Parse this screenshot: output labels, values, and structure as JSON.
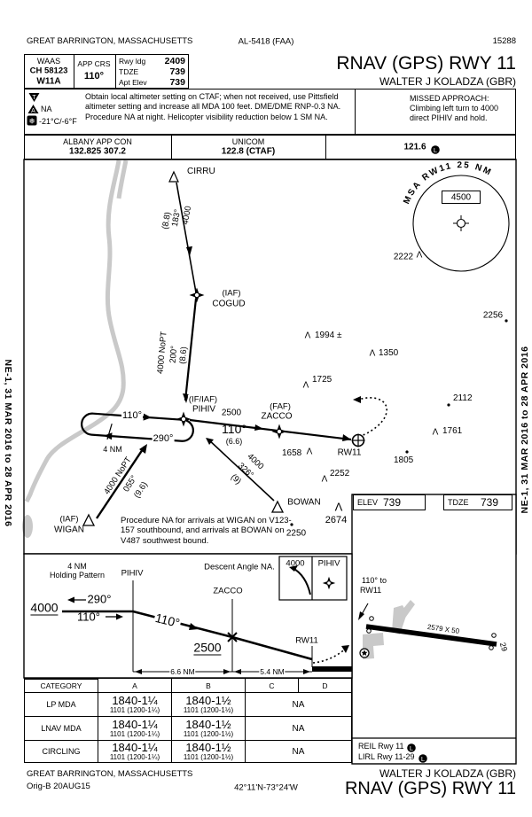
{
  "margin_note": "NE-1, 31 MAR 2016 to 28 APR 2016",
  "header": {
    "city": "GREAT BARRINGTON, MASSACHUSETTS",
    "al_number": "AL-5418 (FAA)",
    "chart_code": "15288",
    "title": "RNAV (GPS) RWY 11",
    "airport": "WALTER J KOLADZA  (GBR)"
  },
  "briefing": {
    "waas_label": "WAAS",
    "channel": "CH 58123",
    "waas_id": "W11A",
    "app_crs_label": "APP CRS",
    "app_crs_value": "110°",
    "rwy_ldg_label": "Rwy ldg",
    "rwy_ldg_value": "2409",
    "tdze_label": "TDZE",
    "tdze_value": "739",
    "apt_elev_label": "Apt Elev",
    "apt_elev_value": "739"
  },
  "notes": {
    "alternate_na": "NA",
    "cold_temp": "-21°C/-6°F",
    "body": "Obtain local altimeter setting on CTAF; when not received, use Pittsfield altimeter setting and increase all MDA 100 feet. DME/DME RNP-0.3 NA. Procedure NA at night. Helicopter visibility reduction below 1 SM NA.",
    "missed_label": "MISSED APPROACH:",
    "missed_body": "Climbing left turn to 4000 direct PIHIV and hold."
  },
  "comms": {
    "app_con_name": "ALBANY APP CON",
    "app_con_freq": "132.825 307.2",
    "unicom_name": "UNICOM",
    "unicom_freq": "122.8 (CTAF)",
    "lighting_freq": "121.6"
  },
  "plan": {
    "msa_arc": "MSA RW11 25 NM",
    "msa_alt": "4500",
    "cirru": "CIRRU",
    "leg_cirru": {
      "alt": "4000",
      "crs": "183°",
      "dist": "(8.8)"
    },
    "cogud_type": "(IAF)",
    "cogud": "COGUD",
    "leg_cogud": {
      "alt": "4000 NoPT",
      "crs": "200°",
      "dist": "(8.6)"
    },
    "pihiv_type": "(IF/IAF)",
    "pihiv": "PIHIV",
    "hold_inbound": "110°",
    "hold_outbound": "290°",
    "hold_leg": "4 NM",
    "leg_final": {
      "alt": "2500",
      "crs": "110°",
      "dist": "(6.6)"
    },
    "zacco_type": "(FAF)",
    "zacco": "ZACCO",
    "rw11": "RW11",
    "leg_wigan": {
      "alt": "4000 NoPT",
      "crs": "055°",
      "dist": "(9.6)"
    },
    "wigan_type": "(IAF)",
    "wigan": "WIGAN",
    "leg_bowan": {
      "alt": "4000",
      "crs": "326°",
      "dist": "(9)"
    },
    "bowan": "BOWAN",
    "proc_note": "Procedure NA for arrivals at WIGAN on V123-157 southbound, and arrivals at BOWAN on V487 southwest bound.",
    "obstacles": [
      {
        "v": "2222"
      },
      {
        "v": "2256"
      },
      {
        "v": "1994 ±"
      },
      {
        "v": "1350"
      },
      {
        "v": "1725"
      },
      {
        "v": "2112"
      },
      {
        "v": "1761"
      },
      {
        "v": "1658"
      },
      {
        "v": "1805"
      },
      {
        "v": "2252"
      },
      {
        "v": "2674"
      },
      {
        "v": "2250"
      }
    ]
  },
  "profile": {
    "hold_l1": "4 NM",
    "hold_l2": "Holding Pattern",
    "pihiv": "PIHIV",
    "descent_note": "Descent Angle NA.",
    "alt_hold": "4000",
    "outbound": "290°",
    "inbound": "110°",
    "final_course": "110°",
    "zacco": "ZACCO",
    "alt_faf": "2500",
    "rw11": "RW11",
    "dist_1": "6.6 NM",
    "dist_2": "5.4 NM",
    "ma_alt": "4000",
    "ma_fix": "PIHIV"
  },
  "sketch": {
    "elev_label": "ELEV",
    "elev_value": "739",
    "tdze_label": "TDZE",
    "tdze_value": "739",
    "course_l1": "110° to",
    "course_l2": "RW11",
    "rwy_dim": "2579 X 50",
    "rwy_end": "29",
    "light_1": "REIL Rwy 11",
    "light_2": "LIRL Rwy 11-29"
  },
  "minimums": {
    "cat_label": "CATEGORY",
    "cats": [
      "A",
      "B",
      "C",
      "D"
    ],
    "rows": [
      {
        "label": "LP MDA",
        "a_main": "1840-1¼",
        "a_sub": "1101 (1200-1¼)",
        "b_main": "1840-1½",
        "b_sub": "1101 (1200-1½)",
        "cd": "NA"
      },
      {
        "label": "LNAV MDA",
        "a_main": "1840-1¼",
        "a_sub": "1101 (1200-1¼)",
        "b_main": "1840-1½",
        "b_sub": "1101 (1200-1½)",
        "cd": "NA"
      },
      {
        "label": "CIRCLING",
        "a_main": "1840-1¼",
        "a_sub": "1101 (1200-1¼)",
        "b_main": "1840-1½",
        "b_sub": "1101 (1200-1½)",
        "cd": "NA"
      }
    ]
  },
  "footer": {
    "city": "GREAT BARRINGTON, MASSACHUSETTS",
    "revision": "Orig-B  20AUG15",
    "coords": "42°11'N-73°24'W",
    "airport": "WALTER J KOLADZA  (GBR)",
    "title": "RNAV (GPS) RWY 11"
  },
  "icons": {
    "takeoff_letter": "T",
    "alternate_letter": "A",
    "lighting_letter": "L",
    "snowflake": "❄"
  }
}
